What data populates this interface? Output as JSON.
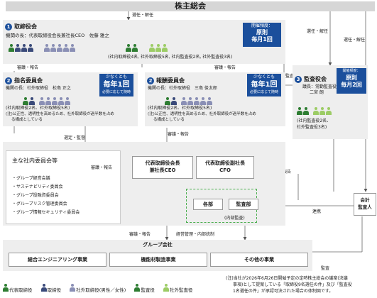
{
  "shareholders_meeting": "株主総会",
  "labels": {
    "appoint_dismiss": "選任・解任",
    "report": "報告",
    "audit": "監査",
    "appoint_supervise": "選定・監督",
    "consult_report": "審議・報告",
    "cooperation": "連携",
    "internal_audit": "(内部監査)",
    "mgmt_control": "経営管理・内部統制"
  },
  "board": {
    "num": "1",
    "title": "取締役会",
    "chair": "機関の長：代表取締役会長兼社長CEO　佐藤 雅之",
    "composition": "(社内取締役4名, 社外取締役5名, 社内監査役2名, 社外監査役3名)",
    "freq": {
      "label": "開催頻度：",
      "value1": "原則",
      "value2": "毎月1回"
    }
  },
  "nomination": {
    "num": "2",
    "title": "指名委員会",
    "chair": "機関の長：社外取締役　松島 正之",
    "composition": "(社内取締役2名、社外取締役5名)",
    "note1": "(注)公正性、透明性を高めるため、社外取締役が過半数を占め",
    "note2": "る構成としている",
    "freq": {
      "label": "少なくとも",
      "value": "毎年1回",
      "sub": "必要に応じて随時"
    }
  },
  "compensation": {
    "num": "2",
    "title": "報酬委員会",
    "chair": "機関の長：社外取締役　三島 俊太郎",
    "composition": "(社内取締役2名、社外取締役5名)",
    "note1": "(注)公正性、透明性を高めるため、社外取締役が過半数を占め",
    "note2": "る構成としている",
    "freq": {
      "label": "少なくとも",
      "value": "毎年1回",
      "sub": "必要に応じて随時"
    }
  },
  "audit_board": {
    "num": "3",
    "title": "監査役会",
    "chair1": "議長：常勤監査役",
    "chair2": "二宮 朗",
    "composition1": "(社内監査役2名、",
    "composition2": "社外監査役3名)",
    "freq": {
      "label": "開催頻度：",
      "value1": "原則",
      "value2": "毎月2回"
    }
  },
  "committees": {
    "title": "主な社内委員会等",
    "items": [
      "・グループ経営会議",
      "・サステナビリティ委員会",
      "・グループ投融資委員会",
      "・グループリスク管理委員会",
      "・グループ情報セキュリティ委員会"
    ]
  },
  "ceo": {
    "line1": "代表取締役会長",
    "line2": "兼社長CEO"
  },
  "cfo": {
    "line1": "代表取締役副社長",
    "line2": "CFO"
  },
  "departments": "各部",
  "audit_dept": "監査部",
  "accounting_auditor": {
    "line1": "会計",
    "line2": "監査人"
  },
  "group": {
    "title": "グループ会社",
    "items": [
      "総合エンジニアリング事業",
      "機能材製造事業",
      "その他の事業"
    ]
  },
  "legend": [
    "代表取締役",
    "取締役",
    "社外取締役(男性／女性)",
    "監査役",
    "社外監査役"
  ],
  "footnote": {
    "line1": "(注)当社が2026年6月26日開催予定の定時株主総会の議案(決議",
    "line2": "事項)として提案している「取締役9名選任の件」及び「監査役",
    "line3": "1名選任の件」が承認可決された場合の体制図です。"
  },
  "colors": {
    "navy": "#1b4f9c",
    "rep_director": "#2e7d32",
    "director": "#3a4a7a",
    "outside_director": "#8a8fb5",
    "auditor": "#2e7d32",
    "outside_auditor": "#9ccc65",
    "dashed_green": "#4caf50"
  }
}
